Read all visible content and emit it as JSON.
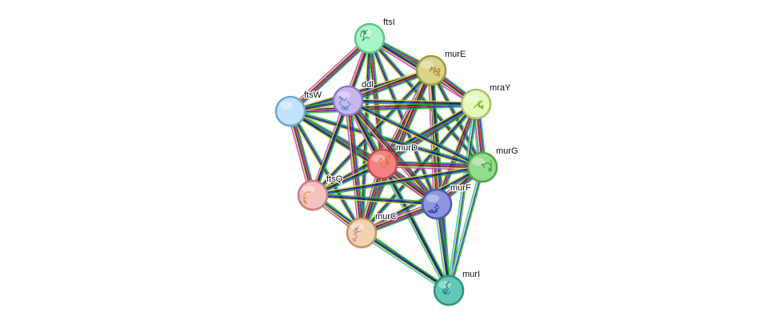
{
  "network": {
    "edge_colors": [
      "#1fbf1f",
      "#2222dd",
      "#e81f1f",
      "#222222",
      "#c8d45a",
      "#d23bd2",
      "#2fc7c7"
    ],
    "nodes": [
      {
        "id": "ftsI",
        "label": "ftsI",
        "fill": "#a8f5c8",
        "stroke": "#5dc68a",
        "icon": "protein-structure-icon",
        "structure_color": "#1f8f6f"
      },
      {
        "id": "murE",
        "label": "murE",
        "fill": "#d9d48a",
        "stroke": "#9c9a48",
        "icon": "protein-structure-icon",
        "structure_color": "#c0781f"
      },
      {
        "id": "mraY",
        "label": "mraY",
        "fill": "#e5f8b5",
        "stroke": "#a6c26a",
        "icon": "protein-structure-icon",
        "structure_color": "#6fae2a"
      },
      {
        "id": "ftsW",
        "label": "ftsW",
        "fill": "#bfe3fa",
        "stroke": "#6fa9cf",
        "icon": "none",
        "structure_color": "#bfe3fa"
      },
      {
        "id": "ddl",
        "label": "ddl",
        "fill": "#c9b6f0",
        "stroke": "#8f79c8",
        "icon": "protein-structure-icon",
        "structure_color": "#3a8fbf"
      },
      {
        "id": "murD",
        "label": "murD",
        "fill": "#f38383",
        "stroke": "#c44d4d",
        "icon": "protein-structure-icon",
        "structure_color": "#d8781f"
      },
      {
        "id": "murG",
        "label": "murG",
        "fill": "#92dc8c",
        "stroke": "#4fa84a",
        "icon": "protein-structure-icon",
        "structure_color": "#2f8f3a"
      },
      {
        "id": "ftsQ",
        "label": "ftsQ",
        "fill": "#f6c0c0",
        "stroke": "#c77f7f",
        "icon": "protein-structure-icon",
        "structure_color": "#d08a3a"
      },
      {
        "id": "murF",
        "label": "murF",
        "fill": "#8d95de",
        "stroke": "#4f58b0",
        "icon": "protein-structure-icon",
        "structure_color": "#2a3fa0"
      },
      {
        "id": "murC",
        "label": "murC",
        "fill": "#f2d2b0",
        "stroke": "#c0966a",
        "icon": "protein-structure-icon",
        "structure_color": "#c97a9a"
      },
      {
        "id": "murI",
        "label": "murI",
        "fill": "#63c9b4",
        "stroke": "#2c9582",
        "icon": "protein-structure-icon",
        "structure_color": "#1f7f9f"
      }
    ],
    "edges": [
      {
        "a": "ftsI",
        "b": "murE",
        "colors": [
          0,
          1,
          2,
          3,
          4,
          5
        ]
      },
      {
        "a": "ftsI",
        "b": "mraY",
        "colors": [
          0,
          1,
          3,
          4,
          5
        ]
      },
      {
        "a": "ftsI",
        "b": "ftsW",
        "colors": [
          0,
          1,
          2,
          3,
          4,
          5
        ]
      },
      {
        "a": "ftsI",
        "b": "ddl",
        "colors": [
          0,
          1,
          3,
          4
        ]
      },
      {
        "a": "ftsI",
        "b": "murD",
        "colors": [
          0,
          1,
          2,
          3,
          4
        ]
      },
      {
        "a": "ftsI",
        "b": "murG",
        "colors": [
          0,
          1,
          3,
          4
        ]
      },
      {
        "a": "ftsI",
        "b": "ftsQ",
        "colors": [
          0,
          1,
          2,
          4,
          5
        ]
      },
      {
        "a": "ftsI",
        "b": "murF",
        "colors": [
          0,
          1,
          3,
          4
        ]
      },
      {
        "a": "ftsI",
        "b": "murC",
        "colors": [
          0,
          1,
          3,
          4
        ]
      },
      {
        "a": "murE",
        "b": "mraY",
        "colors": [
          0,
          1,
          2,
          3,
          4,
          5
        ]
      },
      {
        "a": "murE",
        "b": "ftsW",
        "colors": [
          0,
          1,
          3,
          4
        ]
      },
      {
        "a": "murE",
        "b": "ddl",
        "colors": [
          0,
          1,
          2,
          3,
          4
        ]
      },
      {
        "a": "murE",
        "b": "murD",
        "colors": [
          0,
          1,
          2,
          3,
          4,
          5
        ]
      },
      {
        "a": "murE",
        "b": "murG",
        "colors": [
          0,
          1,
          3,
          4
        ]
      },
      {
        "a": "murE",
        "b": "ftsQ",
        "colors": [
          0,
          1,
          3,
          4
        ]
      },
      {
        "a": "murE",
        "b": "murF",
        "colors": [
          0,
          1,
          2,
          3,
          4,
          5
        ]
      },
      {
        "a": "murE",
        "b": "murC",
        "colors": [
          0,
          1,
          2,
          3,
          4
        ]
      },
      {
        "a": "murE",
        "b": "murI",
        "colors": [
          0,
          1,
          3,
          4
        ]
      },
      {
        "a": "mraY",
        "b": "ftsW",
        "colors": [
          0,
          1,
          2,
          3,
          4
        ]
      },
      {
        "a": "mraY",
        "b": "ddl",
        "colors": [
          0,
          1,
          3,
          4
        ]
      },
      {
        "a": "mraY",
        "b": "murD",
        "colors": [
          0,
          1,
          2,
          3,
          4
        ]
      },
      {
        "a": "mraY",
        "b": "murG",
        "colors": [
          0,
          1,
          2,
          3,
          4,
          5,
          6
        ]
      },
      {
        "a": "mraY",
        "b": "ftsQ",
        "colors": [
          0,
          1,
          3,
          4
        ]
      },
      {
        "a": "mraY",
        "b": "murF",
        "colors": [
          0,
          1,
          2,
          3,
          4
        ]
      },
      {
        "a": "mraY",
        "b": "murC",
        "colors": [
          0,
          1,
          3,
          4
        ]
      },
      {
        "a": "mraY",
        "b": "murI",
        "colors": [
          0,
          1,
          4,
          6
        ]
      },
      {
        "a": "ftsW",
        "b": "ddl",
        "colors": [
          0,
          1,
          3,
          4
        ]
      },
      {
        "a": "ftsW",
        "b": "murD",
        "colors": [
          0,
          1,
          2,
          3,
          4
        ]
      },
      {
        "a": "ftsW",
        "b": "murG",
        "colors": [
          0,
          1,
          3,
          4
        ]
      },
      {
        "a": "ftsW",
        "b": "ftsQ",
        "colors": [
          0,
          1,
          2,
          3,
          4,
          5
        ]
      },
      {
        "a": "ftsW",
        "b": "murF",
        "colors": [
          0,
          1,
          3,
          4
        ]
      },
      {
        "a": "ftsW",
        "b": "murC",
        "colors": [
          0,
          1,
          3,
          4
        ]
      },
      {
        "a": "ddl",
        "b": "murD",
        "colors": [
          0,
          1,
          2,
          3,
          4,
          5
        ]
      },
      {
        "a": "ddl",
        "b": "murG",
        "colors": [
          0,
          1,
          3,
          4
        ]
      },
      {
        "a": "ddl",
        "b": "ftsQ",
        "colors": [
          0,
          1,
          3,
          4
        ]
      },
      {
        "a": "ddl",
        "b": "murF",
        "colors": [
          0,
          1,
          2,
          3,
          4,
          5
        ]
      },
      {
        "a": "ddl",
        "b": "murC",
        "colors": [
          0,
          1,
          2,
          3,
          4,
          5
        ]
      },
      {
        "a": "ddl",
        "b": "murI",
        "colors": [
          0,
          1,
          3,
          4
        ]
      },
      {
        "a": "murD",
        "b": "murG",
        "colors": [
          0,
          1,
          2,
          3,
          4,
          5
        ]
      },
      {
        "a": "murD",
        "b": "ftsQ",
        "colors": [
          0,
          1,
          3,
          4
        ]
      },
      {
        "a": "murD",
        "b": "murF",
        "colors": [
          0,
          1,
          2,
          3,
          4,
          5
        ]
      },
      {
        "a": "murD",
        "b": "murC",
        "colors": [
          0,
          1,
          2,
          3,
          4,
          5
        ]
      },
      {
        "a": "murD",
        "b": "murI",
        "colors": [
          0,
          1,
          3,
          4,
          6
        ]
      },
      {
        "a": "murG",
        "b": "ftsQ",
        "colors": [
          0,
          1,
          3,
          4
        ]
      },
      {
        "a": "murG",
        "b": "murF",
        "colors": [
          0,
          1,
          2,
          3,
          4,
          5
        ]
      },
      {
        "a": "murG",
        "b": "murC",
        "colors": [
          0,
          1,
          3,
          4
        ]
      },
      {
        "a": "murG",
        "b": "murI",
        "colors": [
          0,
          1,
          4,
          6
        ]
      },
      {
        "a": "ftsQ",
        "b": "murF",
        "colors": [
          0,
          1,
          3,
          4
        ]
      },
      {
        "a": "ftsQ",
        "b": "murC",
        "colors": [
          0,
          1,
          2,
          3,
          4,
          5
        ]
      },
      {
        "a": "ftsQ",
        "b": "murI",
        "colors": [
          0,
          1,
          4
        ]
      },
      {
        "a": "murF",
        "b": "murC",
        "colors": [
          0,
          1,
          2,
          3,
          4,
          5
        ]
      },
      {
        "a": "murF",
        "b": "murI",
        "colors": [
          0,
          1,
          3,
          4,
          6
        ]
      },
      {
        "a": "murC",
        "b": "murI",
        "colors": [
          0,
          1,
          3,
          4,
          6
        ]
      }
    ]
  }
}
